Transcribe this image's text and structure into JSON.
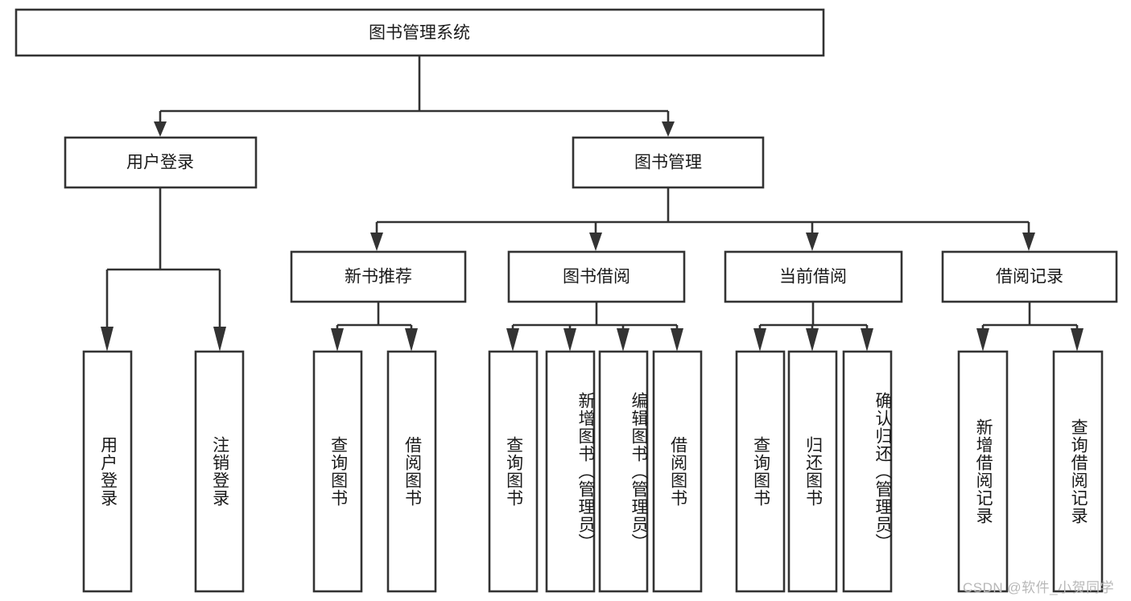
{
  "diagram": {
    "type": "tree",
    "title_node": {
      "label": "图书管理系统"
    },
    "level2": [
      {
        "id": "user-login",
        "label": "用户登录"
      },
      {
        "id": "book-manage",
        "label": "图书管理"
      }
    ],
    "level3": [
      {
        "id": "new-book-rec",
        "label": "新书推荐"
      },
      {
        "id": "book-borrow",
        "label": "图书借阅"
      },
      {
        "id": "current-borrow",
        "label": "当前借阅"
      },
      {
        "id": "borrow-record",
        "label": "借阅记录"
      }
    ],
    "leaves": {
      "user_login": [
        {
          "id": "leaf-user-login",
          "label": "用户登录"
        },
        {
          "id": "leaf-logout",
          "label": "注销登录"
        }
      ],
      "new_book_rec": [
        {
          "id": "leaf-query-book-1",
          "label": "查询图书"
        },
        {
          "id": "leaf-borrow-book-1",
          "label": "借阅图书"
        }
      ],
      "book_borrow": [
        {
          "id": "leaf-query-book-2",
          "label": "查询图书"
        },
        {
          "id": "leaf-add-book",
          "label": "新增图书（管理员）"
        },
        {
          "id": "leaf-edit-book",
          "label": "编辑图书（管理员）"
        },
        {
          "id": "leaf-borrow-book-2",
          "label": "借阅图书"
        }
      ],
      "current_borrow": [
        {
          "id": "leaf-query-book-3",
          "label": "查询图书"
        },
        {
          "id": "leaf-return-book",
          "label": "归还图书"
        },
        {
          "id": "leaf-confirm-return",
          "label": "确认归还（管理员）"
        }
      ],
      "borrow_record": [
        {
          "id": "leaf-add-record",
          "label": "新增借阅记录"
        },
        {
          "id": "leaf-query-record",
          "label": "查询借阅记录"
        }
      ]
    }
  },
  "watermark": {
    "text": "CSDN @软件_小贺同学"
  },
  "colors": {
    "stroke": "#333333",
    "box_fill": "#ffffff",
    "text": "#1a1a1a",
    "watermark": "#b8b8b8",
    "background": "#ffffff"
  }
}
